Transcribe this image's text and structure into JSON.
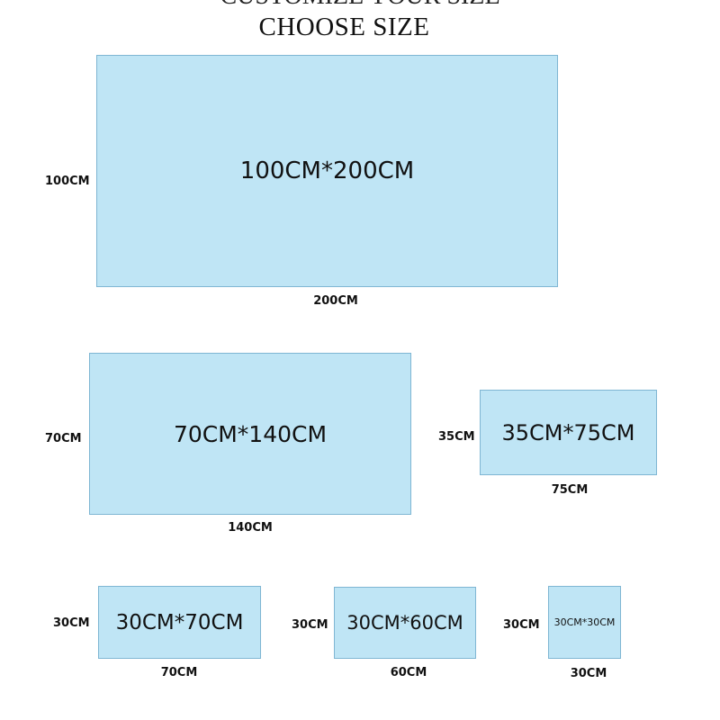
{
  "header": {
    "cut_text": "CUSTOMIZE YOUR SIZE",
    "title": "CHOOSE SIZE"
  },
  "colors": {
    "box_fill": "#bfe5f5",
    "box_border": "#7fb6d3"
  },
  "sizes": [
    {
      "name": "100CM*200CM",
      "height_label": "100CM",
      "width_label": "200CM"
    },
    {
      "name": "70CM*140CM",
      "height_label": "70CM",
      "width_label": "140CM"
    },
    {
      "name": "35CM*75CM",
      "height_label": "35CM",
      "width_label": "75CM"
    },
    {
      "name": "30CM*70CM",
      "height_label": "30CM",
      "width_label": "70CM"
    },
    {
      "name": "30CM*60CM",
      "height_label": "30CM",
      "width_label": "60CM"
    },
    {
      "name": "30CM*30CM",
      "height_label": "30CM",
      "width_label": "30CM"
    }
  ]
}
